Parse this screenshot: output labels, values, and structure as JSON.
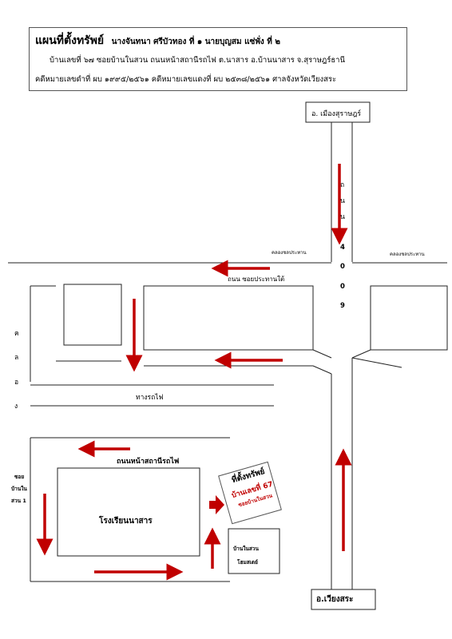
{
  "header": {
    "title": "แผนที่ตั้งทรัพย์",
    "owners": "นางจันทนา ศรีบัวทอง ที่ ๑  นายบุญสม แซ่พั่ง ที่ ๒",
    "address": "บ้านเลขที่ ๖๗  ซอยบ้านในสวน ถนนหน้าสถานีรถไฟ  ต.นาสาร  อ.บ้านนาสาร จ.สุราษฎร์ธานี",
    "case": "คดีหมายเลขดำที่ ผบ ๑๙๙๕/๒๕๖๑  คดีหมายเลขแดงที่ ผบ ๒๕๓๘/๒๕๖๑  ศาลจังหวัดเวียงสระ"
  },
  "map": {
    "north_label": "อ. เมืองสุราษฎร์",
    "south_label": "อ.เวียงสระ",
    "road_vertical_chars": [
      "ถ",
      "น",
      "น"
    ],
    "road_number_chars": [
      "4",
      "0",
      "0",
      "9"
    ],
    "canal_left": "คลองชลประทาน",
    "canal_right": "คลองชลประทาน",
    "road_south_canal": "ถนน ซอยประทานใต้",
    "railway": "ทางรถไฟ",
    "station_road": "ถนนหน้าสถานีรถไฟ",
    "left_vertical_chars": [
      "ค",
      "ล",
      "อ",
      "ง"
    ],
    "soi_lines": [
      "ซอย",
      "บ้านใน",
      "สวน 1"
    ],
    "school": "โรงเรียนนาสาร",
    "homestay_lines": [
      "บ้านในสวน",
      "โฮมสเตย์"
    ],
    "marker": {
      "title": "ที่ตั้งทรัพย์",
      "house": "บ้านเลขที่ 67",
      "soi": "ซอยบ้านในสวน"
    }
  },
  "colors": {
    "arrow": "#c00000",
    "line": "#222222"
  }
}
